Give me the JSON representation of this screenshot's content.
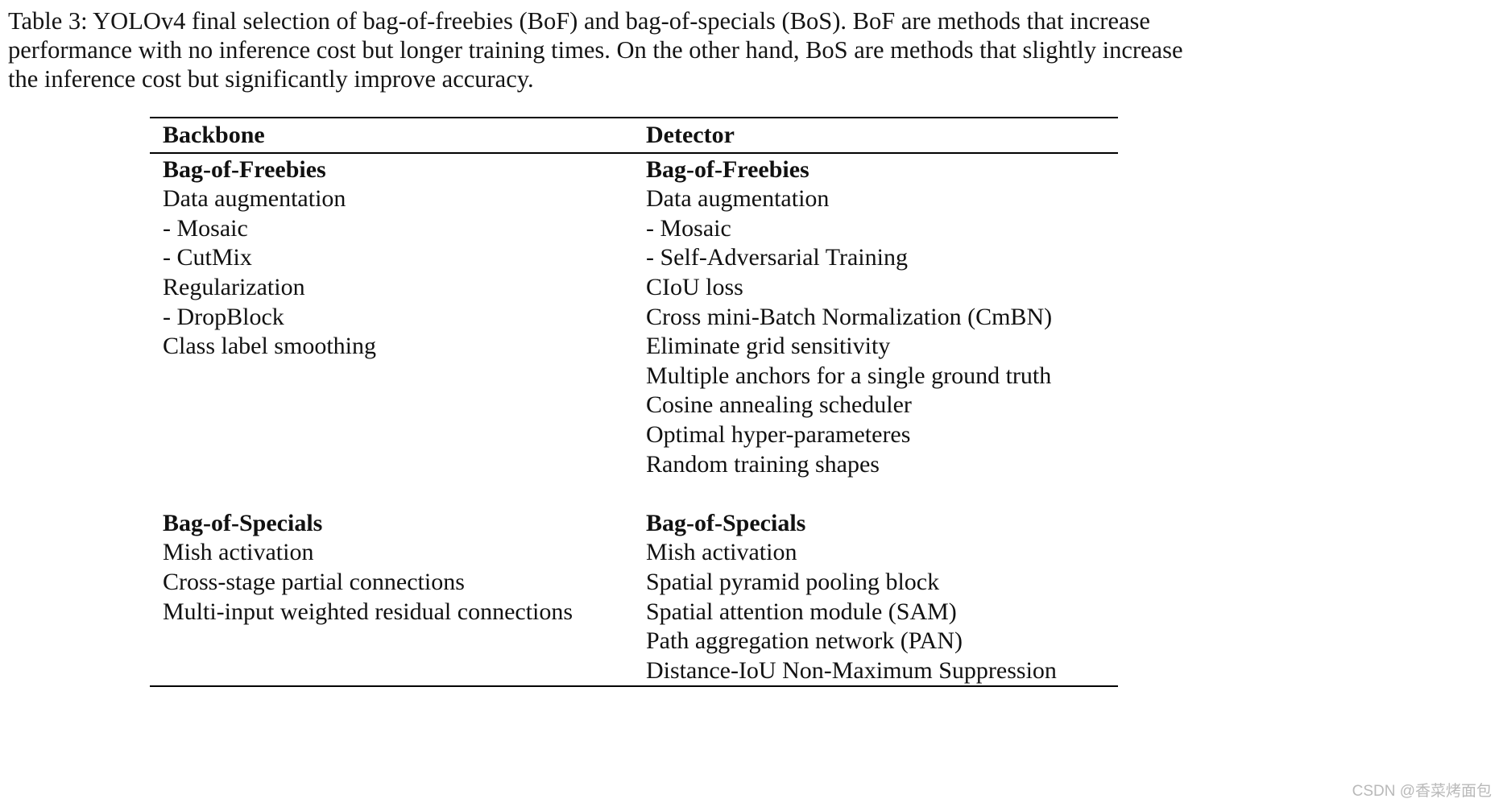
{
  "caption": {
    "lines": [
      "Table 3: YOLOv4 final selection of bag-of-freebies (BoF) and bag-of-specials (BoS). BoF are methods that increase",
      "performance with no inference cost but longer training times. On the other hand, BoS are methods that slightly increase",
      "the inference cost but significantly improve accuracy."
    ]
  },
  "table": {
    "headers": {
      "backbone": "Backbone",
      "detector": "Detector"
    },
    "sections": [
      {
        "title_left": "Bag-of-Freebies",
        "title_right": "Bag-of-Freebies",
        "left_items": [
          "Data augmentation",
          "- Mosaic",
          "- CutMix",
          "Regularization",
          "- DropBlock",
          "Class label smoothing"
        ],
        "right_items": [
          "Data augmentation",
          "- Mosaic",
          "- Self-Adversarial Training",
          "CIoU loss",
          "Cross mini-Batch Normalization (CmBN)",
          "Eliminate grid sensitivity",
          "Multiple anchors for a single ground truth",
          "Cosine annealing scheduler",
          "Optimal hyper-parameteres",
          "Random training shapes"
        ]
      },
      {
        "title_left": "Bag-of-Specials",
        "title_right": "Bag-of-Specials",
        "left_items": [
          "Mish activation",
          "Cross-stage partial connections",
          "Multi-input weighted residual connections"
        ],
        "right_items": [
          "Mish activation",
          "Spatial pyramid pooling block",
          "Spatial attention module (SAM)",
          "Path aggregation network (PAN)",
          "Distance-IoU Non-Maximum Suppression"
        ]
      }
    ]
  },
  "watermark": {
    "text": "CSDN @香菜烤面包"
  },
  "colors": {
    "text": "#111111",
    "rule": "#000000",
    "watermark": "#b9b9b9",
    "background": "#ffffff"
  }
}
